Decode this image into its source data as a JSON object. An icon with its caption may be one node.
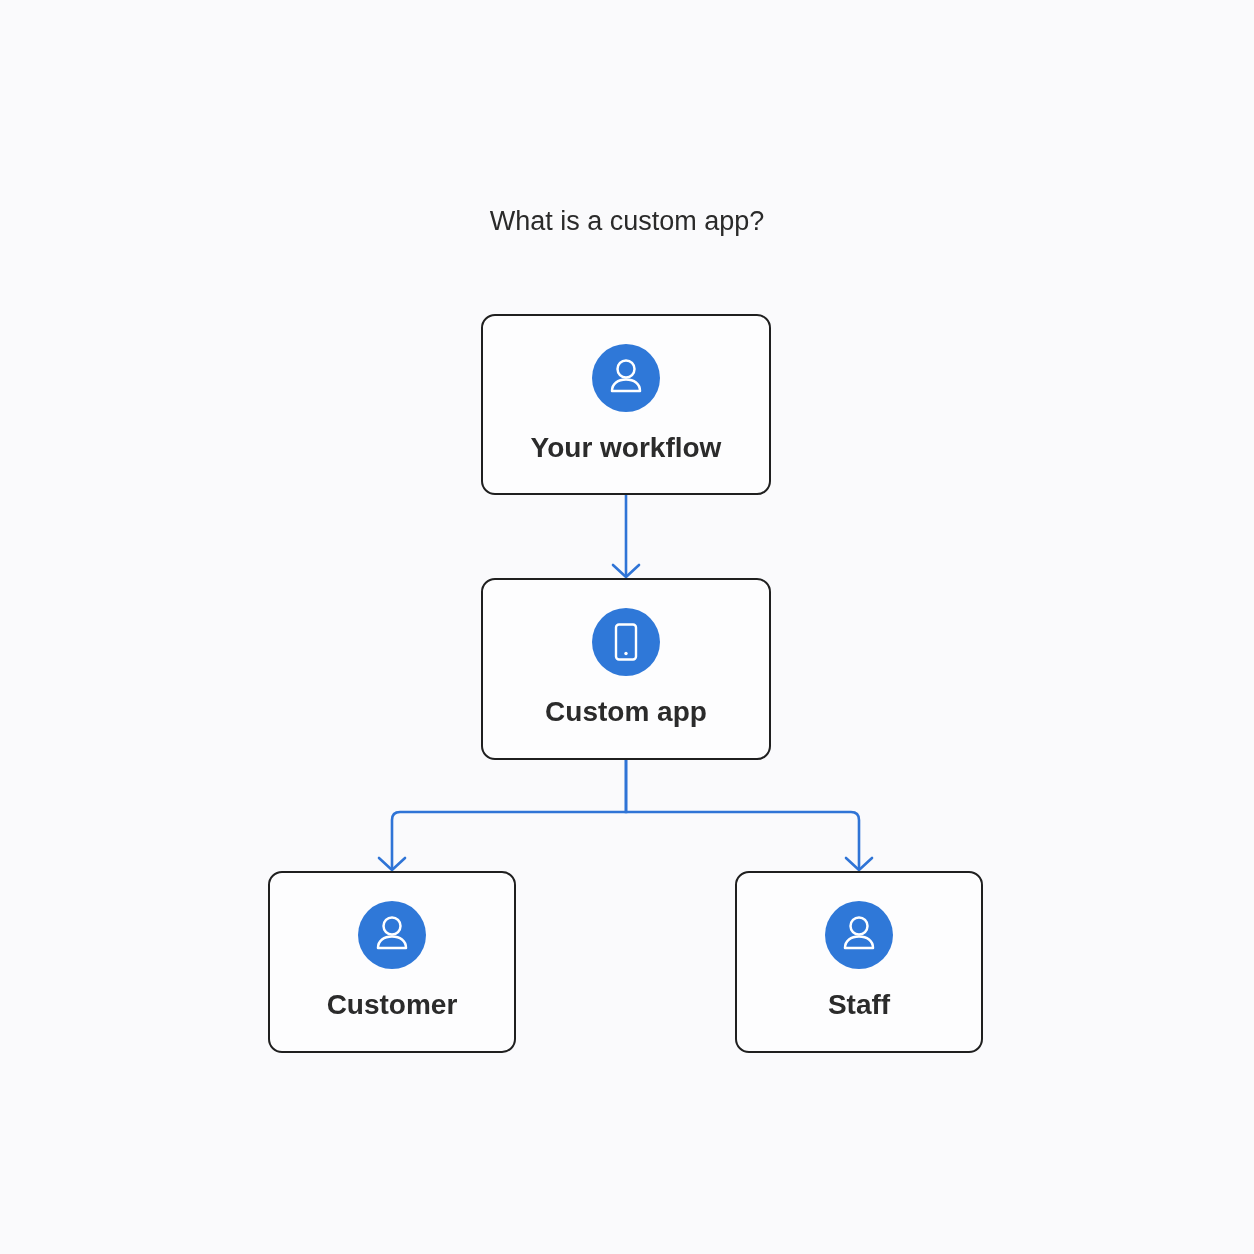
{
  "diagram": {
    "title": "What is a custom app?",
    "nodes": [
      {
        "text": [
          "Your workflow"
        ]
      },
      {
        "text": [
          "Custom app"
        ]
      },
      {
        "text": [
          "Customer"
        ]
      },
      {
        "text": [
          "Staff"
        ]
      }
    ],
    "edges": [
      {
        "from": 0,
        "to": 1,
        "arrow": "to"
      },
      {
        "from": 1,
        "to": 2,
        "arrow": "to"
      },
      {
        "from": 1,
        "to": 3,
        "arrow": "to"
      }
    ]
  }
}
